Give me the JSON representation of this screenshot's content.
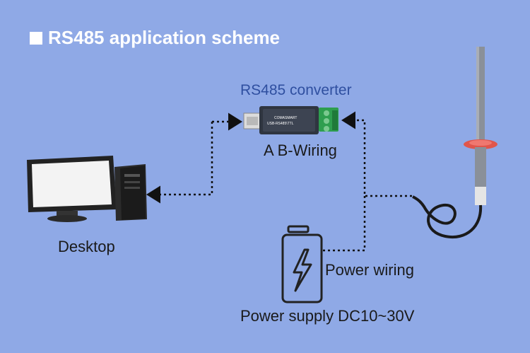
{
  "title": "RS485 application scheme",
  "labels": {
    "converter": "RS485 converter",
    "wiring": "A B-Wiring",
    "desktop": "Desktop",
    "power_wiring": "Power wiring",
    "power_supply": "Power supply DC10~30V"
  },
  "converter_text": {
    "brand": "COMASMART",
    "model": "USB-RS485\\TTL"
  },
  "icons": [
    "desktop-computer-icon",
    "usb-rs485-converter-icon",
    "battery-power-icon",
    "sensor-probe-icon"
  ]
}
